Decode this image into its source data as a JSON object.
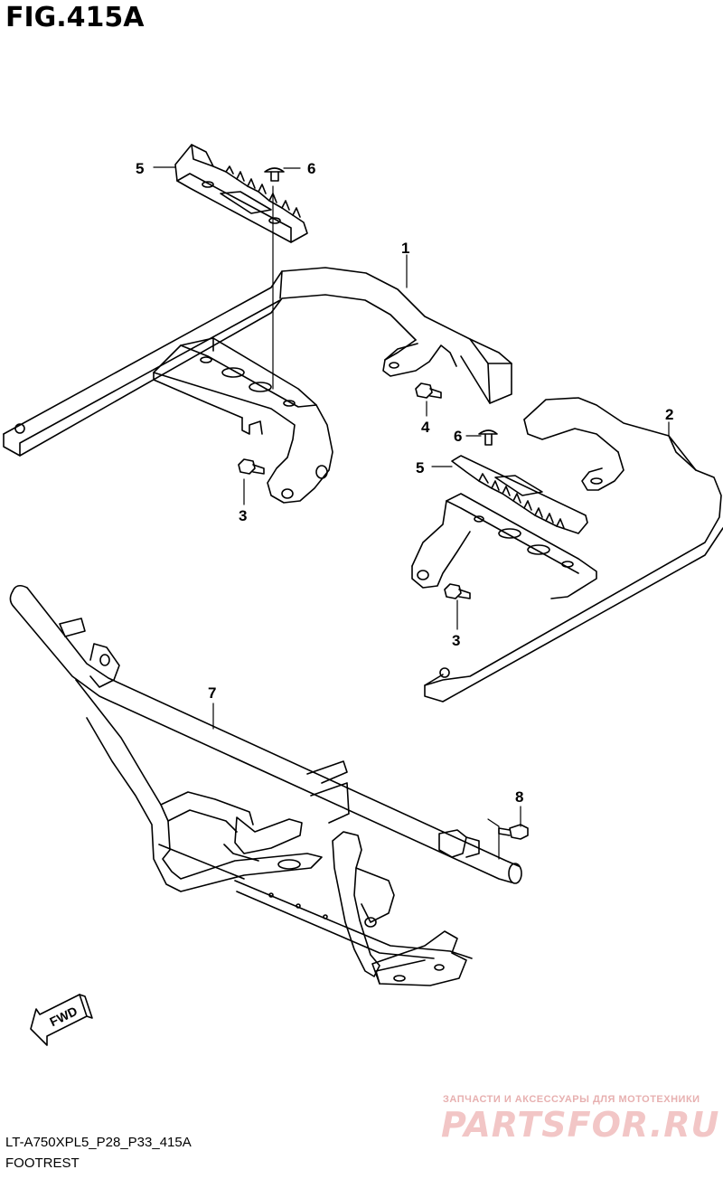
{
  "figure": {
    "title": "FIG.415A",
    "code": "LT-A750XPL5_P28_P33_415A",
    "caption": "FOOTREST"
  },
  "callouts": {
    "c1": "1",
    "c2": "2",
    "c3a": "3",
    "c3b": "3",
    "c4": "4",
    "c5a": "5",
    "c5b": "5",
    "c6a": "6",
    "c6b": "6",
    "c7": "7",
    "c8": "8"
  },
  "fwd_label": "FWD",
  "watermark": {
    "tagline": "ЗАПЧАСТИ И АКСЕССУАРЫ ДЛЯ МОТОТЕХНИКИ",
    "logo": "PARTSFOR.RU"
  },
  "colors": {
    "line": "#000000",
    "watermark": "#f2c6c6"
  }
}
